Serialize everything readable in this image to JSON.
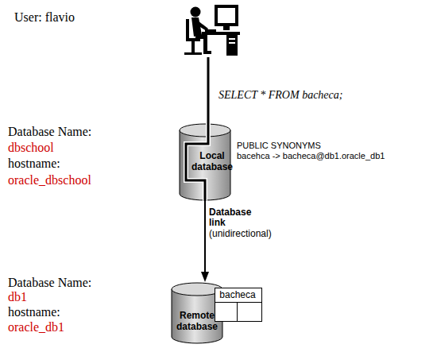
{
  "diagram": {
    "nodes": [
      {
        "text": [
          "User: flavio"
        ]
      },
      {
        "text": [
          "Local database"
        ]
      },
      {
        "text": [
          "Remote database"
        ]
      },
      {
        "text": [
          "bacheca"
        ]
      }
    ],
    "edges": [
      {
        "from": 0,
        "to": 1,
        "label": "SELECT * FROM bacheca;",
        "arrow": "none"
      },
      {
        "from": 1,
        "to": 2,
        "label": "Database link",
        "arrow": "to"
      }
    ],
    "labels": [
      "Database Name:",
      "dbschool",
      "hostname:",
      "oracle_dbschool",
      "PUBLIC SYNONYMS",
      "bacehca -> bacheca@db1.oracle_db1",
      "(unidirectional)",
      "Database Name:",
      "db1",
      "hostname:",
      "oracle_db1"
    ]
  }
}
